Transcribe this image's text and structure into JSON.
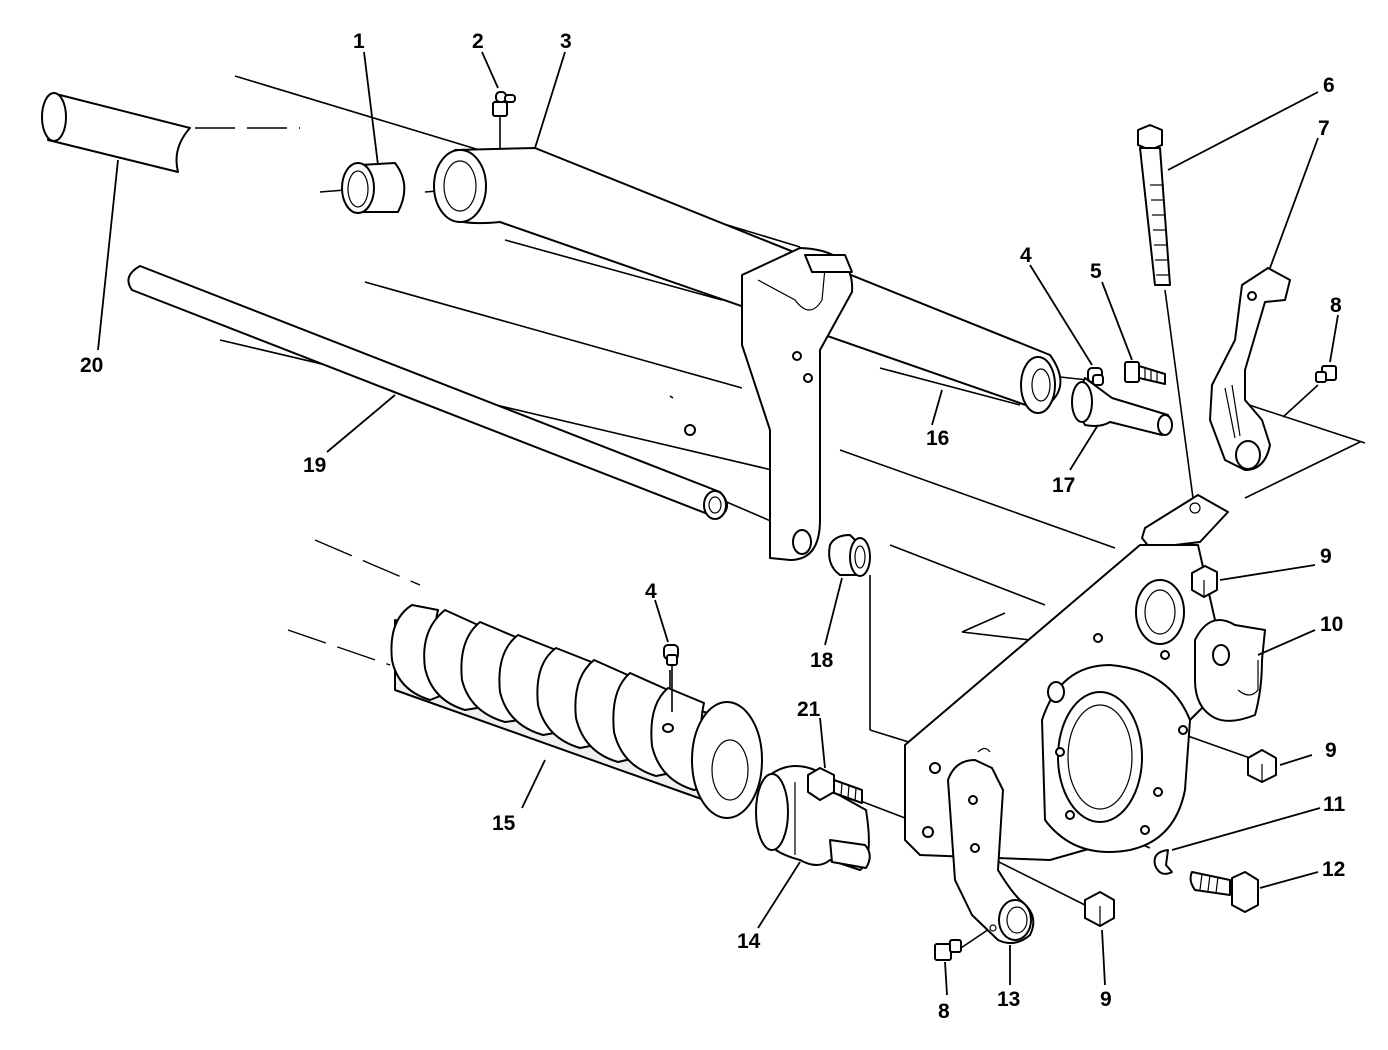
{
  "callouts": [
    {
      "id": "c1",
      "label": "1"
    },
    {
      "id": "c2",
      "label": "2"
    },
    {
      "id": "c3",
      "label": "3"
    },
    {
      "id": "c4a",
      "label": "4"
    },
    {
      "id": "c4b",
      "label": "4"
    },
    {
      "id": "c5",
      "label": "5"
    },
    {
      "id": "c6",
      "label": "6"
    },
    {
      "id": "c7",
      "label": "7"
    },
    {
      "id": "c8a",
      "label": "8"
    },
    {
      "id": "c8b",
      "label": "8"
    },
    {
      "id": "c9a",
      "label": "9"
    },
    {
      "id": "c9b",
      "label": "9"
    },
    {
      "id": "c9c",
      "label": "9"
    },
    {
      "id": "c10",
      "label": "10"
    },
    {
      "id": "c11",
      "label": "11"
    },
    {
      "id": "c12",
      "label": "12"
    },
    {
      "id": "c13",
      "label": "13"
    },
    {
      "id": "c14",
      "label": "14"
    },
    {
      "id": "c15",
      "label": "15"
    },
    {
      "id": "c16",
      "label": "16"
    },
    {
      "id": "c17",
      "label": "17"
    },
    {
      "id": "c18",
      "label": "18"
    },
    {
      "id": "c19",
      "label": "19"
    },
    {
      "id": "c20",
      "label": "20"
    },
    {
      "id": "c21",
      "label": "21"
    }
  ],
  "colors": {
    "ink": "#000000",
    "paper": "#ffffff"
  }
}
